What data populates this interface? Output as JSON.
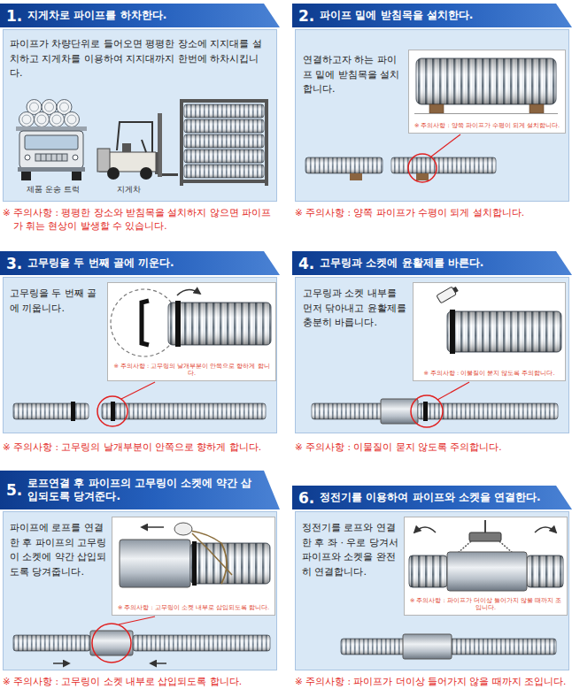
{
  "diagram": {
    "nodes": [
      {
        "text": [
          "1.",
          "지게차로 파이프를 하차한다.",
          "파이프가 차량단위로 들어오면 평평한 장소에 지지대를 설치하고 지게차를 이용하여 지지대까지 한번에 하차시킵니다."
        ]
      },
      {
        "text": [
          "2.",
          "파이프 밑에 받침목을 설치한다.",
          "연결하고자 하는 파이프 밑에 받침목을 설치합니다."
        ]
      },
      {
        "text": [
          "※ 주의사항 : 양쪽 파이프가 수평이 되게 설치합니다."
        ],
        "in": 1
      },
      {
        "text": [
          "3.",
          "고무링을 두 번째 골에 끼운다.",
          "고무링을 두 번째 골에 끼웁니다."
        ]
      },
      {
        "text": [
          "※ 주의사항 : 고무링의 날개부분이 안쪽으로 향하게 합니다."
        ],
        "in": 3
      },
      {
        "text": [
          "4.",
          "고무링과 소켓에 윤활제를 바른다.",
          "고무링과 소켓 내부를 먼저 닦아내고 윤활제를 충분히 바릅니다."
        ]
      },
      {
        "text": [
          "※ 주의사항 : 이물질이 묻지 않도록 주의합니다."
        ],
        "in": 5
      },
      {
        "text": [
          "5.",
          "로프연결 후 파이프의 고무링이 소켓에 약간 삽입되도록 당겨준다.",
          "파이프에 로프를 연결한 후 파이프의 고무링이 소켓에 약간 삽입되도록 당겨줍니다."
        ]
      },
      {
        "text": [
          "※ 주의사항 : 고무링이 소켓 내부로 삽입되도록 합니다."
        ],
        "in": 7
      },
      {
        "text": [
          "6.",
          "정전기를 이용하여 파이프와 소켓을 연결한다.",
          "정전기를 로프와 연결한 후 좌 · 우로 당겨서 파이프와 소켓을 완전히 연결합니다."
        ]
      },
      {
        "text": [
          "※ 주의사항 : 파이프가 더이상 들어가지 않을 때까지 조입니다."
        ],
        "in": 9
      }
    ],
    "labels": [
      "제품 운송 트럭",
      "지게차",
      "※ 주의사항 : 평평한 장소와 받침목을 설치하지 않으면 파이프가 휘는 현상이 발생할 수 있습니다.",
      "※ 주의사항 : 양쪽 파이프가 수평이 되게 설치합니다.",
      "※ 주의사항 : 고무링의 날개부분이 안쪽으로 향하게 합니다.",
      "※ 주의사항 : 이물질이 묻지 않도록 주의합니다.",
      "※ 주의사항 : 고무링이 소켓 내부로 삽입되도록 합니다.",
      "※ 주의사항 : 파이프가 더이상 들어가지 않을 때까지 조입니다."
    ]
  }
}
